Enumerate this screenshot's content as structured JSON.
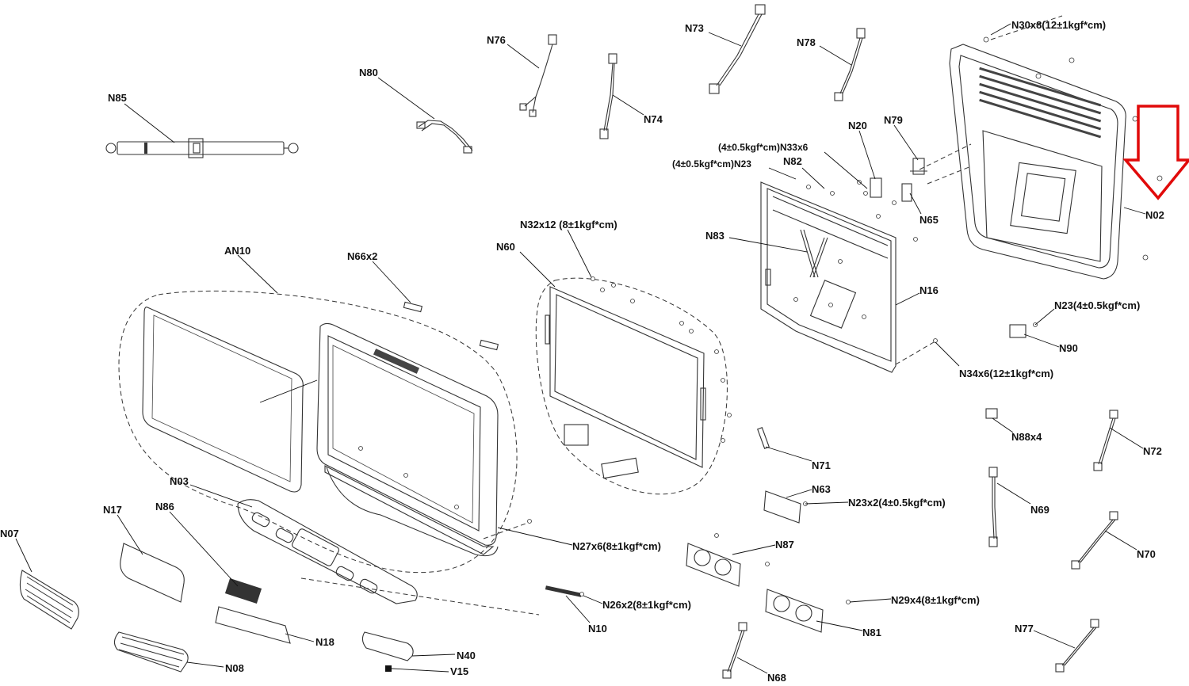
{
  "labels": {
    "n85": "N85",
    "n80": "N80",
    "n76": "N76",
    "n74": "N74",
    "n73": "N73",
    "n78": "N78",
    "n30": "N30x8(12±1kgf*cm)",
    "n20": "N20",
    "n79": "N79",
    "n33_torque": "(4±0.5kgf*cm)N33x6",
    "n23_torque": "(4±0.5kgf*cm)N23",
    "n82": "N82",
    "n65": "N65",
    "n02": "N02",
    "n83": "N83",
    "n16": "N16",
    "n23_right": "N23(4±0.5kgf*cm)",
    "n90": "N90",
    "n34": "N34x6(12±1kgf*cm)",
    "an10": "AN10",
    "n66": "N66x2",
    "n60": "N60",
    "n32": "N32x12 (8±1kgf*cm)",
    "n88": "N88x4",
    "n72": "N72",
    "n71": "N71",
    "n63": "N63",
    "n23x2": "N23x2(4±0.5kgf*cm)",
    "n69": "N69",
    "n03": "N03",
    "n17": "N17",
    "n86": "N86",
    "n07": "N07",
    "n27": "N27x6(8±1kgf*cm)",
    "n87": "N87",
    "n70": "N70",
    "n29": "N29x4(8±1kgf*cm)",
    "n26": "N26x2(8±1kgf*cm)",
    "n10": "N10",
    "n81": "N81",
    "n77": "N77",
    "n18": "N18",
    "n08": "N08",
    "n40": "N40",
    "v15": "V15",
    "n68": "N68"
  },
  "colors": {
    "callout_arrow": "#e10a0a",
    "line_art": "#333333"
  },
  "icons": {
    "highlight_callout": "down-arrow-outline-icon"
  }
}
